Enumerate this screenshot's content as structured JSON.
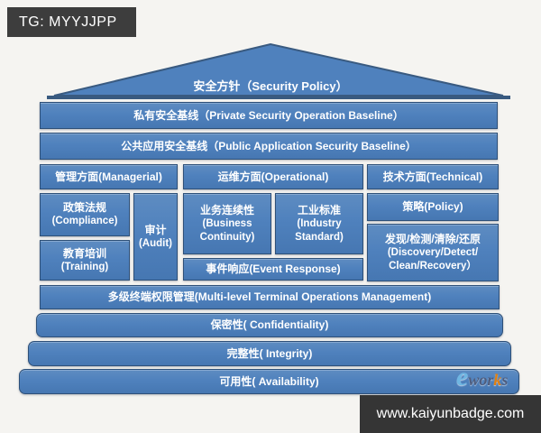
{
  "badges": {
    "tg": "TG: MYYJJPP",
    "site": "www.kaiyunbadge.com"
  },
  "logo": {
    "e": "e",
    "wor": "wor",
    "k": "k",
    "s": "s"
  },
  "colors": {
    "box_fill": "#4f81bd",
    "box_border": "#2e5078",
    "badge_bg": "#3d3d3d",
    "box_text": "#ffffff",
    "background": "#f5f4f1"
  },
  "diagram": {
    "roof": {
      "label": "安全方针（Security Policy）"
    },
    "baselines": [
      {
        "label": "私有安全基线（Private Security Operation Baseline）"
      },
      {
        "label": "公共应用安全基线（Public Application Security Baseline）"
      }
    ],
    "columns": [
      {
        "header": "管理方面(Managerial)"
      },
      {
        "header": "运维方面(Operational)"
      },
      {
        "header": "技术方面(Technical)"
      }
    ],
    "managerial": {
      "compliance": {
        "zh": "政策法规",
        "en": "(Compliance)"
      },
      "training": {
        "zh": "教育培训",
        "en": "(Training)"
      },
      "audit": {
        "zh": "审计",
        "en": "(Audit)"
      }
    },
    "operational": {
      "business_continuity": {
        "zh": "业务连续性",
        "en": "(Business Continuity)"
      },
      "industry_standard": {
        "zh": "工业标准",
        "en": "(Industry Standard)"
      },
      "event_response": {
        "label": "事件响应(Event Response)"
      }
    },
    "technical": {
      "policy": {
        "label": "策略(Policy)"
      },
      "discovery": {
        "zh": "发现/检测/清除/还原",
        "en": "(Discovery/Detect/ Clean/Recovery）"
      }
    },
    "foundation": [
      {
        "label": "多级终端权限管理(Multi-level Terminal Operations Management)"
      },
      {
        "label": "保密性( Confidentiality)"
      },
      {
        "label": "完整性( Integrity)"
      },
      {
        "label": "可用性( Availability)"
      }
    ]
  }
}
